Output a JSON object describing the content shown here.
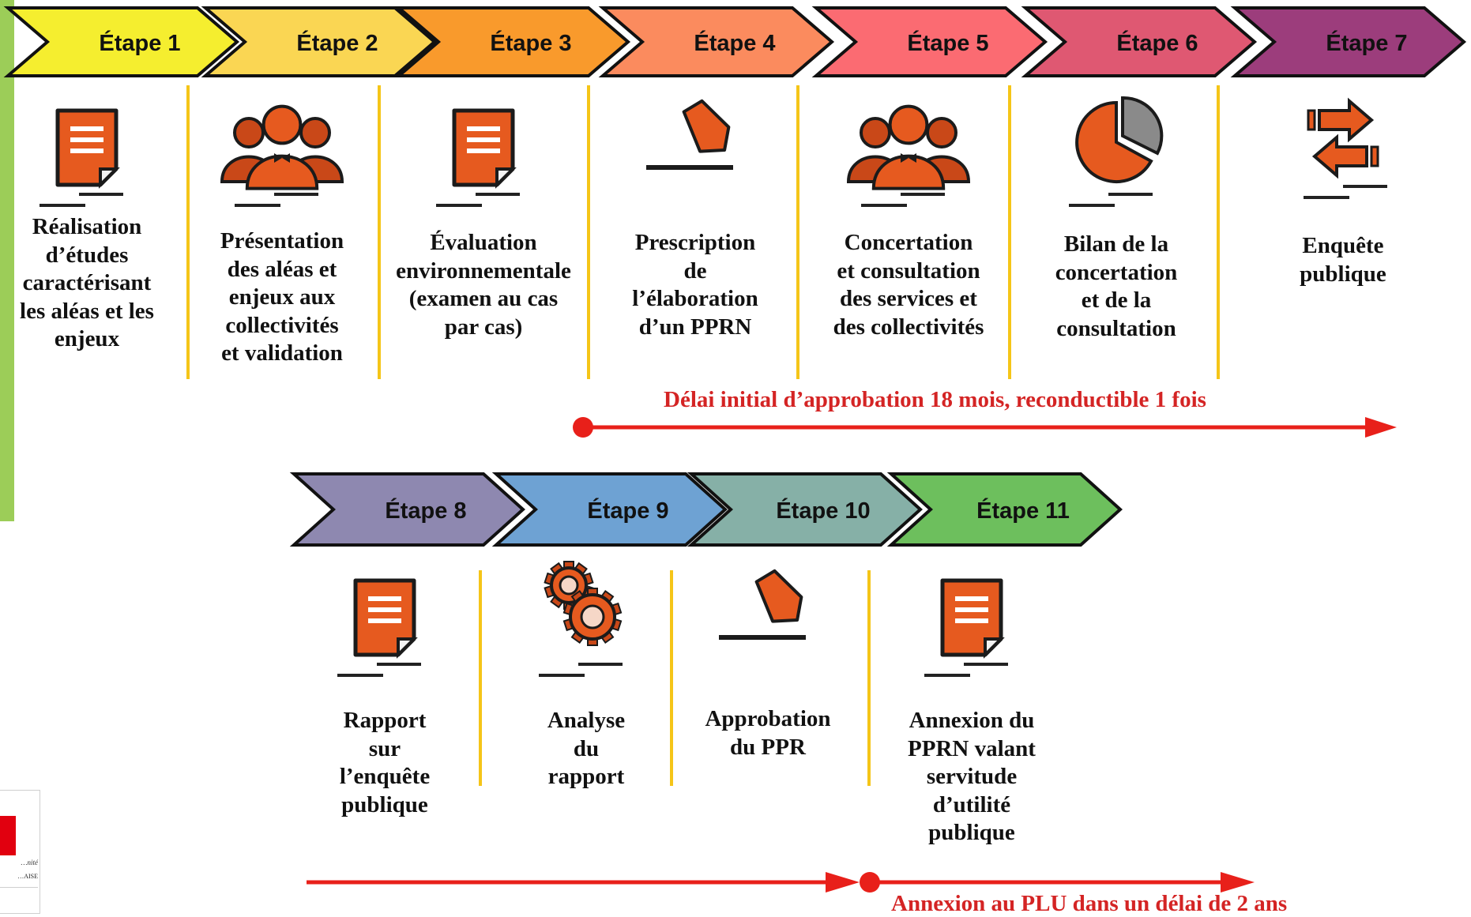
{
  "colors": {
    "icon_orange": "#e65a1f",
    "icon_orange_dark": "#c94818",
    "divider_yellow": "#f5c518",
    "arrow_red": "#e8201a",
    "chevron_outline": "#111111"
  },
  "steps_row1": [
    {
      "label": "Étape 1",
      "color": "#f5ee2f",
      "icon": "document-icon",
      "text": "Réalisation\nd’études\ncaractérisant\nles aléas et les\nenjeux"
    },
    {
      "label": "Étape 2",
      "color": "#fad653",
      "icon": "people-group-icon",
      "text": "Présentation\ndes aléas et\nenjeux aux\ncollectivités\net validation"
    },
    {
      "label": "Étape 3",
      "color": "#f99a2c",
      "icon": "document-icon",
      "text": "Évaluation\nenvironnementale\n(examen au cas\npar cas)"
    },
    {
      "label": "Étape 4",
      "color": "#fb8b5e",
      "icon": "pen-nib-icon",
      "text": "Prescription\nde\nl’élaboration\nd’un PPRN"
    },
    {
      "label": "Étape 5",
      "color": "#fb6b72",
      "icon": "people-group-icon",
      "text": "Concertation\net consultation\ndes services et\ndes collectivités"
    },
    {
      "label": "Étape 6",
      "color": "#df5872",
      "icon": "pie-chart-icon",
      "text": "Bilan de la\nconcertation\net de la\nconsultation"
    },
    {
      "label": "Étape 7",
      "color": "#9c3d7c",
      "icon": "exchange-arrows-icon",
      "text": "Enquête\npublique"
    }
  ],
  "steps_row2": [
    {
      "label": "Étape 8",
      "color": "#8e88b0",
      "icon": "document-icon",
      "text": "Rapport\nsur\nl’enquête\npublique"
    },
    {
      "label": "Étape 9",
      "color": "#6ea2d3",
      "icon": "gears-icon",
      "text": "Analyse\ndu\nrapport"
    },
    {
      "label": "Étape 10",
      "color": "#86b0a7",
      "icon": "pen-nib-icon",
      "text": "Approbation\ndu PPR"
    },
    {
      "label": "Étape 11",
      "color": "#6dbf5d",
      "icon": "document-icon",
      "text": "Annexion du\nPPRN valant\nservitude\nd’utilité\npublique"
    }
  ],
  "delay_row1": "Délai initial d’approbation 18 mois, reconductible 1 fois",
  "delay_row2": "Annexion au PLU dans un délai de 2 ans",
  "logo": {
    "motto": "…nité",
    "name": "…AISE"
  }
}
